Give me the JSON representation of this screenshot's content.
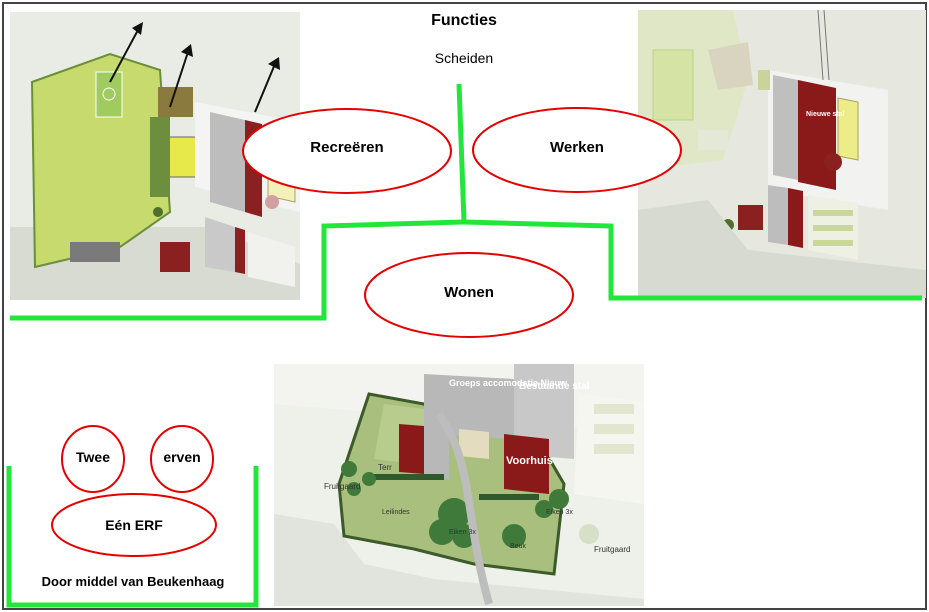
{
  "header": {
    "title": "Functies",
    "subtitle": "Scheiden"
  },
  "functions": {
    "recreate": "Recreëren",
    "work": "Werken",
    "live": "Wonen"
  },
  "bottom_left": {
    "two": "Twee",
    "yards": "erven",
    "one_yard": "Eén ERF",
    "caption": "Door middel van Beukenhaag"
  },
  "site_plan": {
    "groups": "Groeps accomodatie Nieuw",
    "existing_stable": "Bestaande stal",
    "front_house": "Voorhuis",
    "orchard_left": "Fruitgaard",
    "orchard_right": "Fruitgaard",
    "terrace": "Terr",
    "lindens": "Leilindes",
    "oaks_left": "Eiken 3x",
    "oaks_right": "Eiken 3x",
    "beech": "Beuk"
  },
  "right_map": {
    "new_stable": "Nieuwe stal"
  },
  "colors": {
    "green_line": "#22e63a",
    "ellipse": "#e60000",
    "field": "#c9dc7e",
    "stable_red": "#8a1a1a"
  }
}
